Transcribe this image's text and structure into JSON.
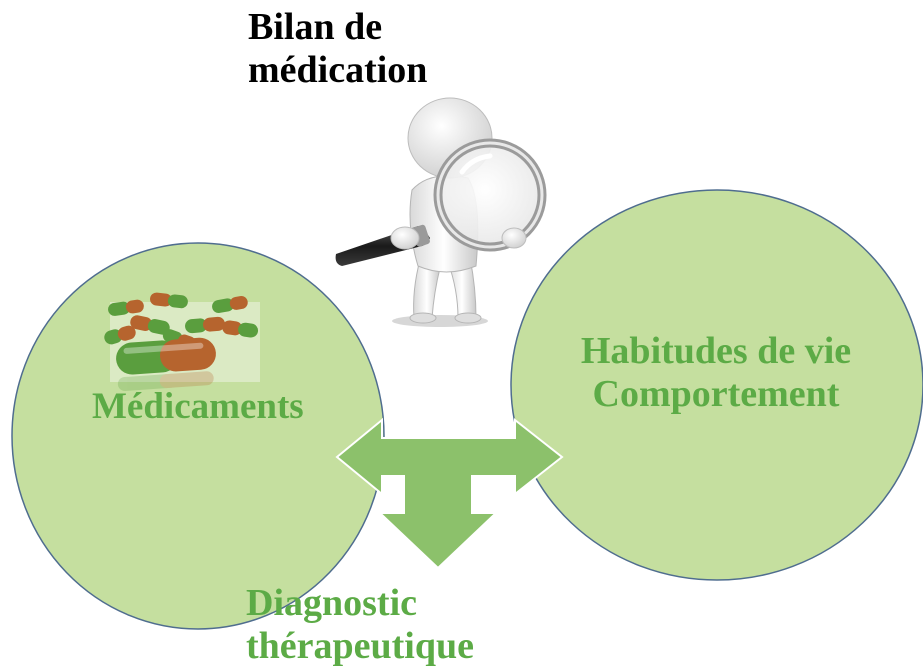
{
  "title": {
    "line1": "Bilan de",
    "line2": "médication"
  },
  "left_node": {
    "label": "Médicaments"
  },
  "right_node": {
    "line1": "Habitudes de vie",
    "line2": "Comportement"
  },
  "result_node": {
    "line1": "Diagnostic",
    "line2": "thérapeutique"
  },
  "icons": {
    "figure": "person-with-magnifying-glass-icon",
    "pills": "capsules-icon"
  },
  "colors": {
    "circle_fill": "#c5df9f",
    "circle_stroke": "#4f6d8f",
    "arrow_fill": "#8cc16b",
    "arrow_stroke": "#ffffff",
    "label_green": "#5cab46",
    "title_black": "#000000",
    "capsule_green": "#5a9e3e",
    "capsule_orange": "#b6642e"
  }
}
